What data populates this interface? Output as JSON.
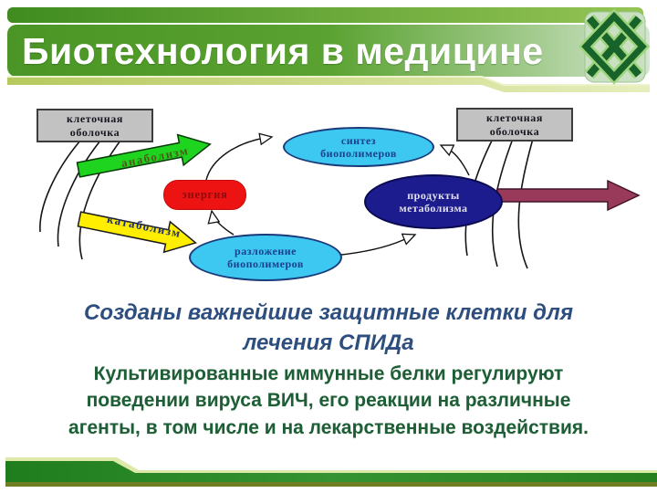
{
  "header": {
    "title": "Биотехнология в медицине"
  },
  "diagram": {
    "membrane_left_label": "клеточная\nоболочка",
    "membrane_right_label": "клеточная\nоболочка",
    "anabolism_label": "анаболизм",
    "catabolism_label": "катаболизм",
    "energy_label": "энергия",
    "synthesis_label": "синтез\nбиополимеров",
    "decomposition_label": "разложение\nбиополимеров",
    "products_label": "продукты\nметаболизма"
  },
  "content": {
    "heading": "Созданы важнейшие защитные клетки для\nлечения СПИДа",
    "paragraph": "Культивированные  иммунные  белки регулируют\nповедении вируса ВИЧ, его реакции на различные\nагенты, в том числе и на лекарственные воздействия."
  },
  "colors": {
    "header_green": "#4a9525",
    "header_light_green": "#cfe3ca",
    "olive_strip": "#d9e6a0",
    "arrow_green": "#1ed41e",
    "arrow_yellow": "#ffee00",
    "arrow_maroon": "#9a3a5a",
    "energy_red": "#ee1313",
    "ellipse_cyan": "#3cc8f0",
    "ellipse_navy": "#1c1c8e",
    "heading_blue": "#2d4e7e",
    "body_green": "#1d5e36",
    "logo_dark_green": "#176329"
  }
}
